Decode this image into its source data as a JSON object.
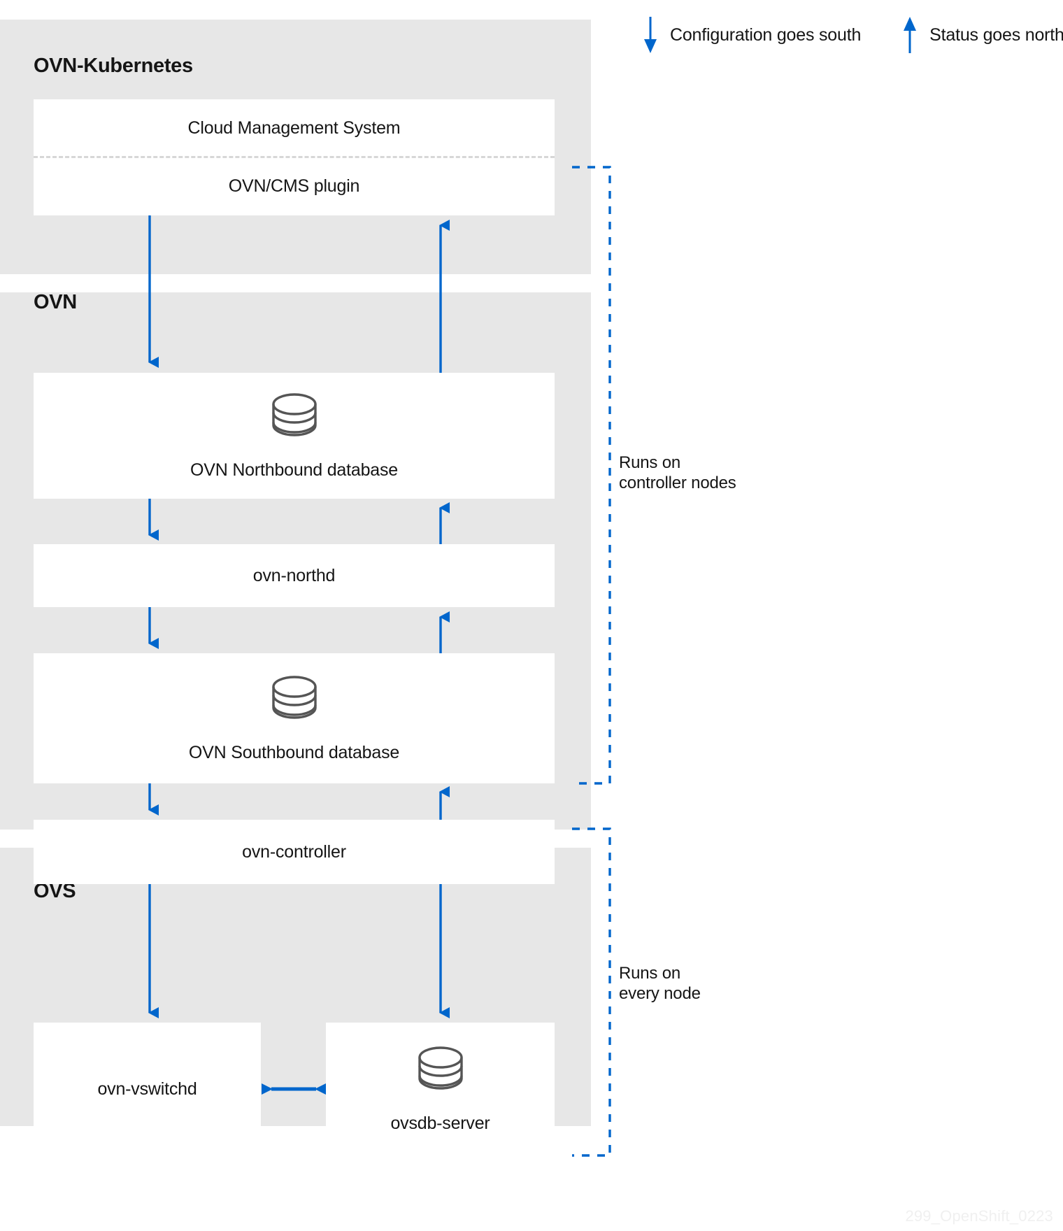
{
  "legend": {
    "items": [
      {
        "icon": "arrow-down-icon",
        "label": "Configuration goes south",
        "direction": "down",
        "color": "#0066cc"
      },
      {
        "icon": "arrow-up-icon",
        "label": "Status goes north",
        "direction": "up",
        "color": "#0066cc"
      }
    ]
  },
  "groups": [
    {
      "id": "ovn-kubernetes",
      "title": "OVN-Kubernetes"
    },
    {
      "id": "ovn",
      "title": "OVN"
    },
    {
      "id": "ovs",
      "title": "OVS"
    }
  ],
  "nodes": {
    "cms": {
      "label": "Cloud Management System",
      "icon": null
    },
    "plugin": {
      "label": "OVN/CMS plugin",
      "icon": null
    },
    "nbdb": {
      "label": "OVN Northbound database",
      "icon": "database-icon"
    },
    "northd": {
      "label": "ovn-northd",
      "icon": null
    },
    "sbdb": {
      "label": "OVN Southbound database",
      "icon": "database-icon"
    },
    "ovn_controller": {
      "label": "ovn-controller",
      "icon": null
    },
    "vswitchd": {
      "label": "ovn-vswitchd",
      "icon": null
    },
    "ovsdb": {
      "label": "ovsdb-server",
      "icon": "database-icon"
    }
  },
  "annotations": {
    "controller_nodes": "Runs on\ncontroller nodes",
    "every_node": "Runs on\nevery node"
  },
  "watermark": "299_OpenShift_0223",
  "colors": {
    "panel_bg": "#e7e7e7",
    "box_bg": "#ffffff",
    "arrow_blue": "#0066cc",
    "bracket_blue": "#0066cc",
    "icon_gray": "#555555",
    "text": "#151515",
    "divider": "#d7d7d7"
  }
}
